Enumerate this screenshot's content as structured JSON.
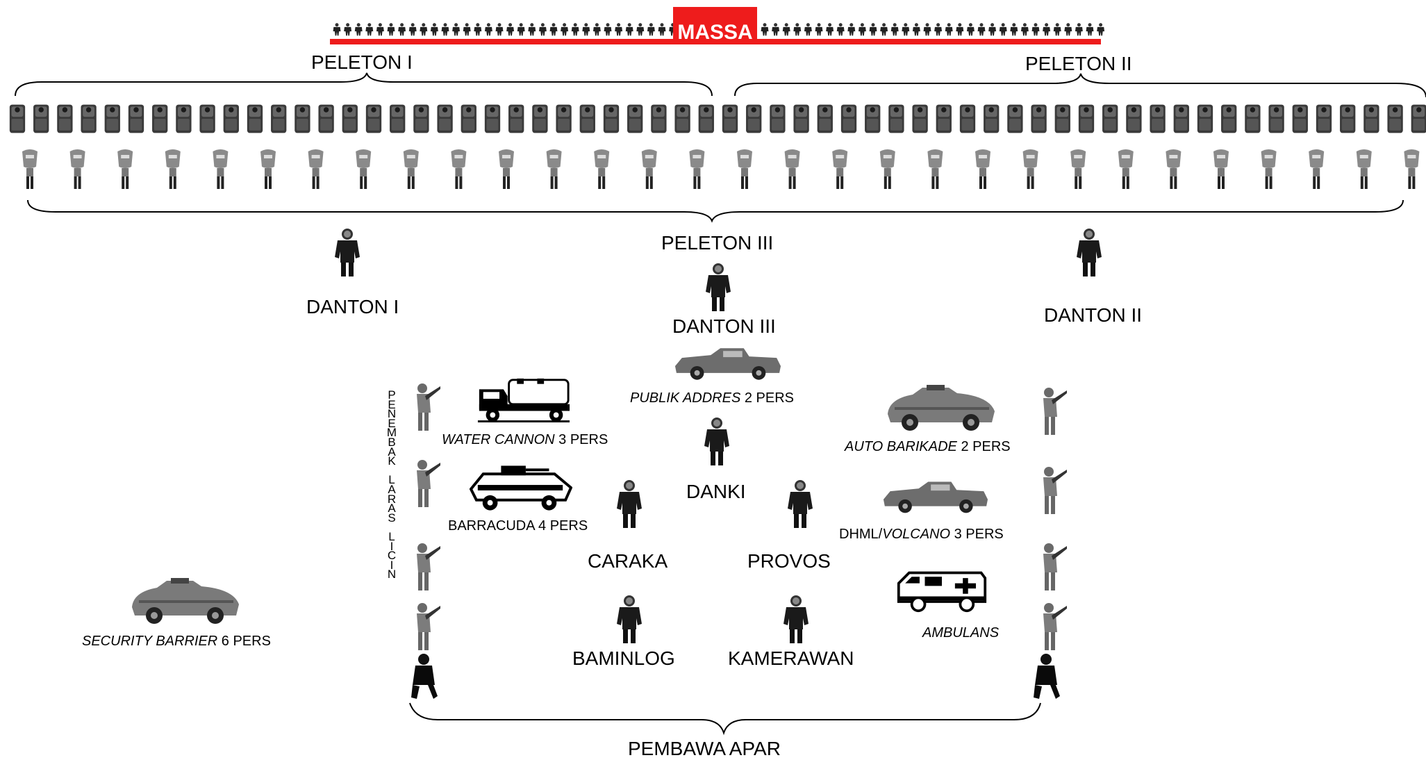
{
  "massa": {
    "label": "MASSA",
    "accent": "#ee1c1c"
  },
  "platoons": {
    "peleton_1": "PELETON I",
    "peleton_2": "PELETON II",
    "peleton_3": "PELETON III"
  },
  "commanders": {
    "danton_1": "DANTON I",
    "danton_2": "DANTON II",
    "danton_3": "DANTON III",
    "danki": "DANKI"
  },
  "staff": {
    "caraka": "CARAKA",
    "provos": "PROVOS",
    "baminlog": "BAMINLOG",
    "kamerawan": "KAMERAWAN"
  },
  "vehicles": {
    "publik_addres": {
      "name": "PUBLIK ADDRES",
      "crew": " 2 PERS"
    },
    "water_cannon": {
      "name": "WATER CANNON",
      "crew": " 3 PERS"
    },
    "barracuda": {
      "label": "BARRACUDA 4 PERS"
    },
    "auto_barikade": {
      "name": "AUTO BARIKADE",
      "crew": " 2 PERS"
    },
    "dhml": {
      "prefix": "DHML/",
      "name": "VOLCANO",
      "crew": " 3 PERS"
    },
    "ambulans": {
      "name": "AMBULANS"
    },
    "security_barrier": {
      "name": "SECURITY BARRIER",
      "crew": " 6 PERS"
    }
  },
  "penembak_laras_licin": [
    "P",
    "E",
    "N",
    "E",
    "M",
    "B",
    "A",
    "K",
    "",
    "L",
    "A",
    "R",
    "A",
    "S",
    "",
    "L",
    "I",
    "C",
    "I",
    "N"
  ],
  "pembawa_apar": "PEMBAWA APAR",
  "icons": {
    "crowd_person": "crowd-person-icon",
    "shield_officer": "riot-shield-officer-icon",
    "baton_officer": "baton-officer-icon",
    "commander": "commander-icon",
    "rifleman": "rifleman-icon",
    "apar_carrier": "fire-extinguisher-carrier-icon"
  }
}
